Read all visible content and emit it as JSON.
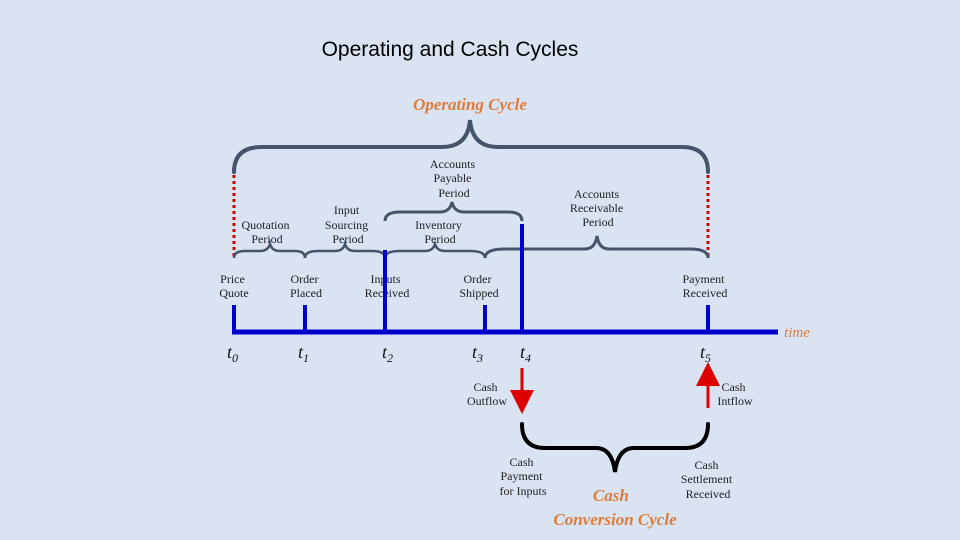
{
  "slide": {
    "title": "Operating and Cash Cycles"
  },
  "braces": {
    "operating_cycle": "Operating Cycle",
    "cash_conversion_line1": "Cash",
    "cash_conversion_line2": "Conversion Cycle"
  },
  "periods": {
    "quotation": [
      "Quotation",
      "Period"
    ],
    "input_sourcing": [
      "Input",
      "Sourcing",
      "Period"
    ],
    "accounts_payable": [
      "Accounts",
      "Payable",
      "Period"
    ],
    "inventory": [
      "Inventory",
      "Period"
    ],
    "accounts_receivable": [
      "Accounts",
      "Receivable",
      "Period"
    ]
  },
  "events": {
    "price_quote": [
      "Price",
      "Quote"
    ],
    "order_placed": [
      "Order",
      "Placed"
    ],
    "inputs_received": [
      "Inputs",
      "Received"
    ],
    "order_shipped": [
      "Order",
      "Shipped"
    ],
    "payment_received": [
      "Payment",
      "Received"
    ]
  },
  "timeline": {
    "axis_label": "time",
    "ticks": [
      {
        "base": "t",
        "sub": "0"
      },
      {
        "base": "t",
        "sub": "1"
      },
      {
        "base": "t",
        "sub": "2"
      },
      {
        "base": "t",
        "sub": "3"
      },
      {
        "base": "t",
        "sub": "4"
      },
      {
        "base": "t",
        "sub": "5"
      }
    ]
  },
  "cash": {
    "outflow": [
      "Cash",
      "Outflow"
    ],
    "inflow": [
      "Cash",
      "Intflow"
    ],
    "payment_for_inputs": [
      "Cash",
      "Payment",
      "for Inputs"
    ],
    "settlement_received": [
      "Cash",
      "Settlement",
      "Received"
    ]
  },
  "colors": {
    "timeline": "#0000cc",
    "brace": "#44546a",
    "dashed": "#cc0000",
    "arrow": "#dd0000",
    "accent": "#e07c3a"
  }
}
